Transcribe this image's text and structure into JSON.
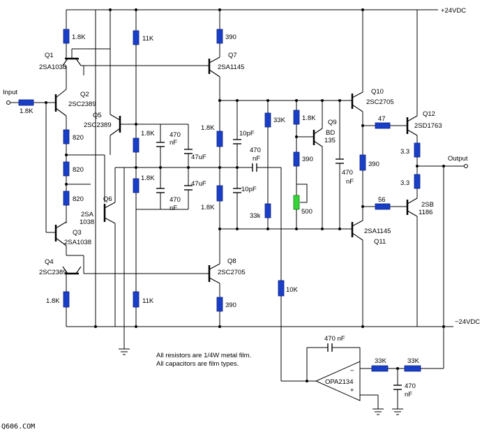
{
  "labels": {
    "supply_pos": "+24VDC",
    "supply_neg": "−24VDC",
    "input": "Input",
    "output": "Output",
    "note_line1": "All resistors are 1/4W metal film.",
    "note_line2": "All capacitors are film types.",
    "watermark": "Q606.COM"
  },
  "transistors": {
    "q1": {
      "ref": "Q1",
      "type": "2SA1038"
    },
    "q2": {
      "ref": "Q2",
      "type": "2SC2389"
    },
    "q3": {
      "ref": "Q3",
      "type": "2SA1038"
    },
    "q4": {
      "ref": "Q4",
      "type": "2SC2389"
    },
    "q5": {
      "ref": "Q5",
      "type": "2SC2389"
    },
    "q6": {
      "ref": "Q6",
      "type_a": "2SA",
      "type_b": "1038"
    },
    "q7": {
      "ref": "Q7",
      "type": "2SA1145"
    },
    "q8": {
      "ref": "Q8",
      "type": "2SC2705"
    },
    "q9": {
      "ref": "Q9",
      "type_a": "BD",
      "type_b": "135"
    },
    "q10": {
      "ref": "Q10",
      "type": "2SC2705"
    },
    "q11": {
      "ref": "Q11",
      "type": "2SA1145"
    },
    "q12": {
      "ref": "Q12",
      "type": "2SD1763"
    },
    "q13": {
      "type_a": "2SB",
      "type_b": "1186"
    }
  },
  "resistors": {
    "r_in": "1.8K",
    "r_q1e": "1.8K",
    "r_820a": "820",
    "r_820b": "820",
    "r_820c": "820",
    "r_q4e": "1.8K",
    "r_11k_top": "11K",
    "r_18k_a": "1.8K",
    "r_18k_b": "1.8K",
    "r_11k_bot": "11K",
    "r_390_top": "390",
    "r_18k_c": "1.8K",
    "r_18k_d": "1.8K",
    "r_390_bot": "390",
    "r_33k_a": "33K",
    "r_33k_b": "33k",
    "r_10k": "10K",
    "r_18k_q9": "1.8K",
    "r_390_q9": "390",
    "pot_500": "500",
    "r_390_mid": "390",
    "r_47": "47",
    "r_56": "56",
    "r_33a": "3.3",
    "r_33b": "3.3",
    "r_33k_servo_a": "33K",
    "r_33k_servo_b": "33K"
  },
  "capacitors": {
    "c470_a_a": "470",
    "c470_a_b": "nF",
    "c47u_a": "47uF",
    "c470_b_a": "470",
    "c470_b_b": "nF",
    "c47u_b": "47uF",
    "c10p_a": "10pF",
    "c10p_b": "10pF",
    "c470_fb_a": "470",
    "c470_fb_b": "nF",
    "c470_vas_a": "470",
    "c470_vas_b": "nF",
    "c470_servo": "470 nF",
    "c470_servo_gnd_a": "470",
    "c470_servo_gnd_b": "nF"
  },
  "opamp": {
    "name": "OPA2134",
    "inv": "−",
    "noninv": "+"
  },
  "colors": {
    "resistor": "#1a3fc7",
    "trimmer": "#37d43a",
    "wire": "#000000"
  }
}
